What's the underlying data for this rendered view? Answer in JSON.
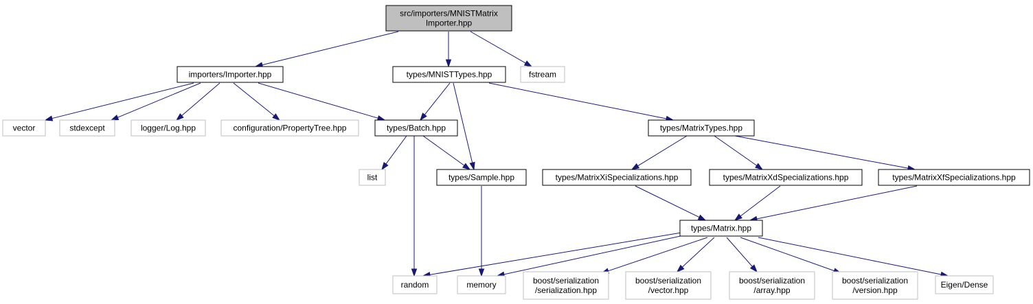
{
  "colors": {
    "edge": "#191970",
    "root_fill": "#bfbfbf",
    "documented_border": "#000000",
    "external_border": "#bfbfbf"
  },
  "nodes": [
    {
      "id": "root",
      "kind": "root",
      "lines": [
        "src/importers/MNISTMatrix",
        "Importer.hpp"
      ]
    },
    {
      "id": "importer",
      "kind": "documented",
      "lines": [
        "importers/Importer.hpp"
      ]
    },
    {
      "id": "mnisttypes",
      "kind": "documented",
      "lines": [
        "types/MNISTTypes.hpp"
      ]
    },
    {
      "id": "fstream",
      "kind": "external",
      "lines": [
        "fstream"
      ]
    },
    {
      "id": "vector",
      "kind": "external",
      "lines": [
        "vector"
      ]
    },
    {
      "id": "stdexcept",
      "kind": "external",
      "lines": [
        "stdexcept"
      ]
    },
    {
      "id": "log",
      "kind": "external",
      "lines": [
        "logger/Log.hpp"
      ]
    },
    {
      "id": "proptree",
      "kind": "external",
      "lines": [
        "configuration/PropertyTree.hpp"
      ]
    },
    {
      "id": "batch",
      "kind": "documented",
      "lines": [
        "types/Batch.hpp"
      ]
    },
    {
      "id": "matrixtypes",
      "kind": "documented",
      "lines": [
        "types/MatrixTypes.hpp"
      ]
    },
    {
      "id": "list",
      "kind": "external",
      "lines": [
        "list"
      ]
    },
    {
      "id": "sample",
      "kind": "documented",
      "lines": [
        "types/Sample.hpp"
      ]
    },
    {
      "id": "xi",
      "kind": "documented",
      "lines": [
        "types/MatrixXiSpecializations.hpp"
      ]
    },
    {
      "id": "xd",
      "kind": "documented",
      "lines": [
        "types/MatrixXdSpecializations.hpp"
      ]
    },
    {
      "id": "xf",
      "kind": "documented",
      "lines": [
        "types/MatrixXfSpecializations.hpp"
      ]
    },
    {
      "id": "matrix",
      "kind": "documented",
      "lines": [
        "types/Matrix.hpp"
      ]
    },
    {
      "id": "random",
      "kind": "external",
      "lines": [
        "random"
      ]
    },
    {
      "id": "memory",
      "kind": "external",
      "lines": [
        "memory"
      ]
    },
    {
      "id": "bser",
      "kind": "external",
      "lines": [
        "boost/serialization",
        "/serialization.hpp"
      ]
    },
    {
      "id": "bvec",
      "kind": "external",
      "lines": [
        "boost/serialization",
        "/vector.hpp"
      ]
    },
    {
      "id": "barr",
      "kind": "external",
      "lines": [
        "boost/serialization",
        "/array.hpp"
      ]
    },
    {
      "id": "bver",
      "kind": "external",
      "lines": [
        "boost/serialization",
        "/version.hpp"
      ]
    },
    {
      "id": "eigen",
      "kind": "external",
      "lines": [
        "Eigen/Dense"
      ]
    }
  ],
  "edges": [
    [
      "root",
      "importer"
    ],
    [
      "root",
      "mnisttypes"
    ],
    [
      "root",
      "fstream"
    ],
    [
      "importer",
      "vector"
    ],
    [
      "importer",
      "stdexcept"
    ],
    [
      "importer",
      "log"
    ],
    [
      "importer",
      "proptree"
    ],
    [
      "importer",
      "batch"
    ],
    [
      "mnisttypes",
      "batch"
    ],
    [
      "mnisttypes",
      "sample"
    ],
    [
      "mnisttypes",
      "matrixtypes"
    ],
    [
      "batch",
      "list"
    ],
    [
      "batch",
      "random"
    ],
    [
      "batch",
      "sample"
    ],
    [
      "sample",
      "memory"
    ],
    [
      "matrixtypes",
      "xi"
    ],
    [
      "matrixtypes",
      "xd"
    ],
    [
      "matrixtypes",
      "xf"
    ],
    [
      "xi",
      "matrix"
    ],
    [
      "xd",
      "matrix"
    ],
    [
      "xf",
      "matrix"
    ],
    [
      "matrix",
      "random"
    ],
    [
      "matrix",
      "memory"
    ],
    [
      "matrix",
      "bser"
    ],
    [
      "matrix",
      "bvec"
    ],
    [
      "matrix",
      "barr"
    ],
    [
      "matrix",
      "bver"
    ],
    [
      "matrix",
      "eigen"
    ]
  ]
}
